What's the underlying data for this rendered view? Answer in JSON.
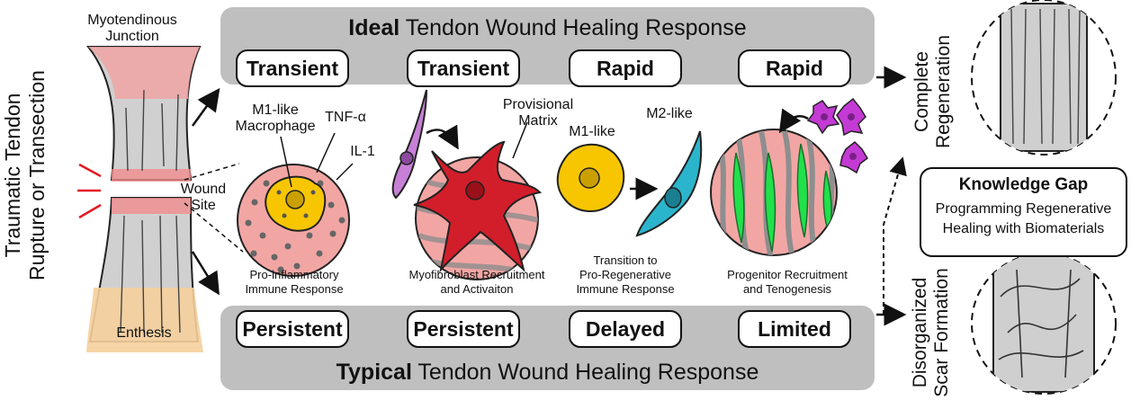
{
  "ideal_banner": {
    "bold": "Ideal",
    "rest": " Tendon Wound Healing Response"
  },
  "typical_banner": {
    "bold": "Typical",
    "rest": " Tendon Wound Healing Response"
  },
  "ideal_pills": [
    "Transient",
    "Transient",
    "Rapid",
    "Rapid"
  ],
  "typical_pills": [
    "Persistent",
    "Persistent",
    "Delayed",
    "Limited"
  ],
  "left_labels": {
    "myotendinous_line1": "Myotendinous",
    "myotendinous_line2": "Junction",
    "enthesis": "Enthesis",
    "wound_line1": "Wound",
    "wound_line2": "Site",
    "vertical_line1": "Traumatic Tendon",
    "vertical_line2": "Rupture or Transection"
  },
  "cell_labels": {
    "m1_macrophage_line1": "M1-like",
    "m1_macrophage_line2": "Macrophage",
    "tnf": "TNF-α",
    "il1": "IL-1",
    "provisional_line1": "Provisional",
    "provisional_line2": "Matrix",
    "m1_like": "M1-like",
    "m2_like": "M2-like"
  },
  "captions": {
    "c1_line1": "Pro-inflammatory",
    "c1_line2": "Immune Response",
    "c2_line1": "Myofibroblast Recruitment",
    "c2_line2": "and Activaiton",
    "c3_line1": "Transition to",
    "c3_line2": "Pro-Regenerative",
    "c3_line3": "Immune Response",
    "c4_line1": "Progenitor Recruitment",
    "c4_line2": "and Tenogenesis"
  },
  "outcomes": {
    "complete_line1": "Complete",
    "complete_line2": "Regeneration",
    "scar_line1": "Disorganized",
    "scar_line2": "Scar Formation"
  },
  "knowledge_gap": {
    "title": "Knowledge Gap",
    "line1": "Programming Regenerative",
    "line2": "Healing with Biomaterials"
  },
  "colors": {
    "banner_gray": "#bfbfbf",
    "tissue_pink": "#f2a6a4",
    "macrophage_yellow": "#f7c600",
    "myofibroblast_red": "#d21e2a",
    "m2_cyan": "#2bb5cc",
    "progenitor_green": "#22e04a",
    "fibroblast_purple": "#c780d6",
    "immune_magenta": "#c43ad4"
  }
}
